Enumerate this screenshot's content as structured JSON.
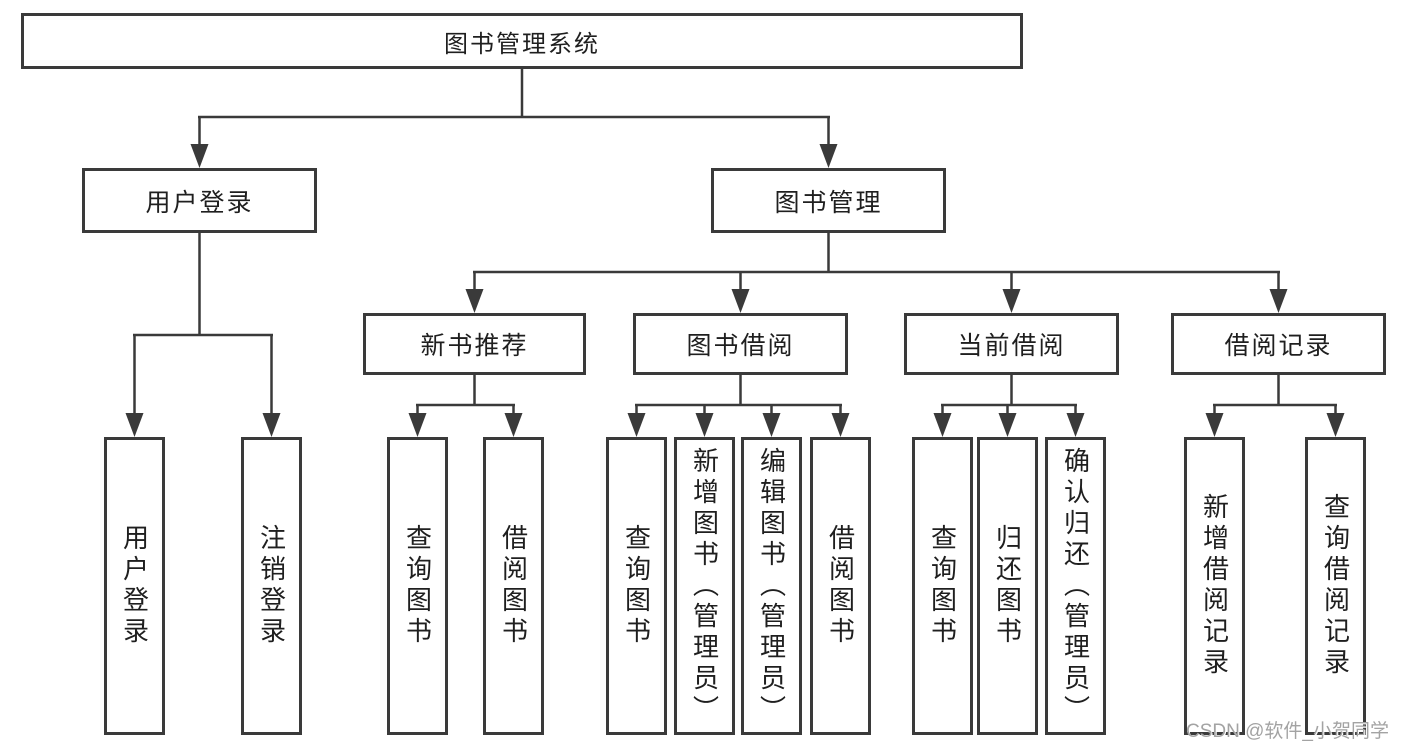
{
  "colors": {
    "line": "#3a3a3a",
    "text": "#1f1f1f",
    "watermark": "#a3a3a3",
    "background": "#ffffff"
  },
  "tree": {
    "root": {
      "label": "图书管理系统"
    },
    "level2": [
      {
        "label": "用户登录"
      },
      {
        "label": "图书管理"
      }
    ],
    "level3": [
      {
        "label": "新书推荐",
        "parent": "图书管理"
      },
      {
        "label": "图书借阅",
        "parent": "图书管理"
      },
      {
        "label": "当前借阅",
        "parent": "图书管理"
      },
      {
        "label": "借阅记录",
        "parent": "图书管理"
      }
    ],
    "leaves": [
      {
        "label": "用户登录",
        "parent": "用户登录"
      },
      {
        "label": "注销登录",
        "parent": "用户登录"
      },
      {
        "label": "查询图书",
        "parent": "新书推荐"
      },
      {
        "label": "借阅图书",
        "parent": "新书推荐"
      },
      {
        "label": "查询图书",
        "parent": "图书借阅"
      },
      {
        "label": "新增图书（管理员）",
        "parent": "图书借阅"
      },
      {
        "label": "编辑图书（管理员）",
        "parent": "图书借阅"
      },
      {
        "label": "借阅图书",
        "parent": "图书借阅"
      },
      {
        "label": "查询图书",
        "parent": "当前借阅"
      },
      {
        "label": "归还图书",
        "parent": "当前借阅"
      },
      {
        "label": "确认归还（管理员）",
        "parent": "当前借阅"
      },
      {
        "label": "新增借阅记录",
        "parent": "借阅记录"
      },
      {
        "label": "查询借阅记录",
        "parent": "借阅记录"
      }
    ]
  },
  "watermark": {
    "text": "CSDN @软件_小贺同学"
  }
}
